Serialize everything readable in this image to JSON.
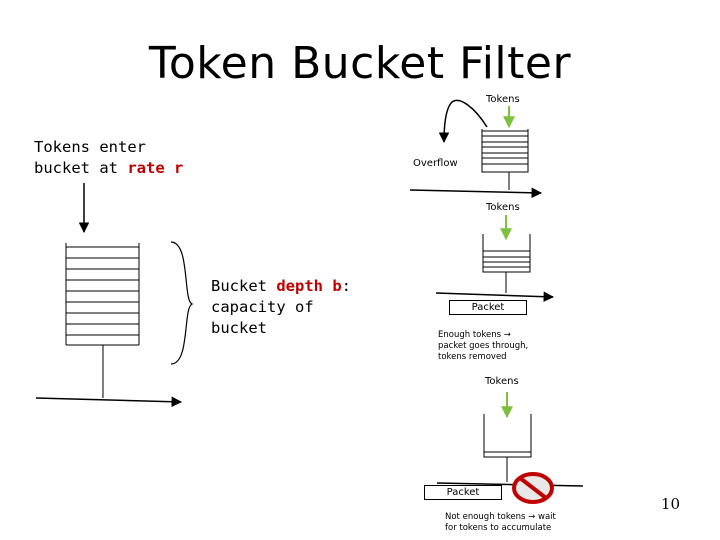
{
  "title": "Token Bucket Filter",
  "left": {
    "enter_line1": "Tokens enter",
    "enter_line2_prefix": "bucket at ",
    "enter_line2_highlight": "rate r",
    "depth_line1_prefix": "Bucket ",
    "depth_line1_highlight": "depth b",
    "depth_line1_suffix": ":",
    "depth_line2": "capacity of",
    "depth_line3": "bucket"
  },
  "overflow_panel": {
    "tokens_label": "Tokens",
    "overflow_label": "Overflow"
  },
  "pass_panel": {
    "tokens_label": "Tokens",
    "packet_label": "Packet",
    "caption_line1": "Enough tokens →",
    "caption_line2": "packet goes through,",
    "caption_line3": "tokens removed"
  },
  "wait_panel": {
    "tokens_label": "Tokens",
    "packet_label": "Packet",
    "caption_line1": "Not enough tokens → wait",
    "caption_line2": "for tokens to accumulate"
  },
  "page_number": "10",
  "colors": {
    "token_arrow": "#7fbf3f",
    "stop_sign": "#c00000",
    "highlight_text": "#c00000"
  }
}
